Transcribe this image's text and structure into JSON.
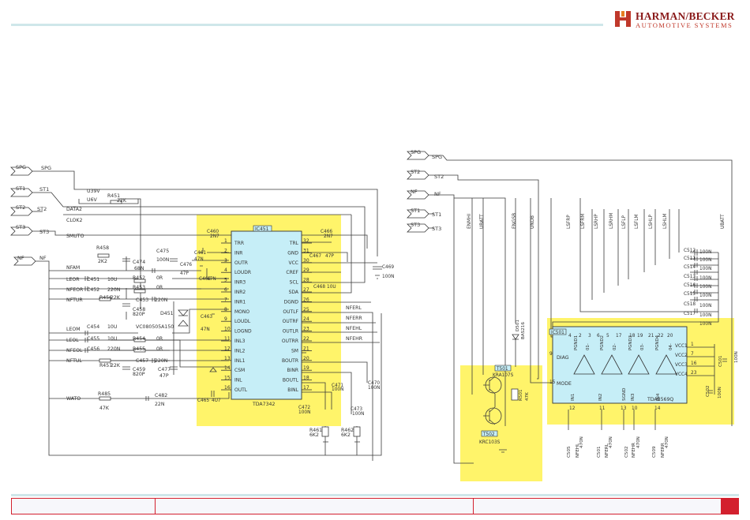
{
  "brand": {
    "name": "HARMAN/BECKER",
    "sub": "AUTOMOTIVE SYSTEMS",
    "color": "#8a1a1a"
  },
  "left": {
    "connectors": [
      "SPG",
      "ST1",
      "ST2",
      "ST3",
      "NF"
    ],
    "conn_labels": [
      "SPG",
      "ST1",
      "ST2",
      "ST3"
    ],
    "nets": [
      "U39V",
      "U6V",
      "DATA2",
      "CLOK2",
      "SMUTO",
      "NFAM",
      "LEOR",
      "NFEOR",
      "NFTUR",
      "LEOM",
      "LEOL",
      "NFEOL",
      "NFTUL",
      "WATO"
    ],
    "resistors": [
      {
        "ref": "R451",
        "val": "22K"
      },
      {
        "ref": "R458",
        "val": "2K2"
      },
      {
        "ref": "R452",
        "val": "0R"
      },
      {
        "ref": "R453",
        "val": "0R"
      },
      {
        "ref": "R456",
        "val": "22K"
      },
      {
        "ref": "R454",
        "val": "0R"
      },
      {
        "ref": "R455",
        "val": "0R"
      },
      {
        "ref": "R457",
        "val": "22K"
      },
      {
        "ref": "R485",
        "val": "47K"
      }
    ],
    "caps": [
      {
        "ref": "C475",
        "val": "100N"
      },
      {
        "ref": "C474",
        "val": "68N"
      },
      {
        "ref": "C451",
        "val": "10U"
      },
      {
        "ref": "C452",
        "val": "220N"
      },
      {
        "ref": "C458",
        "val": "820P"
      },
      {
        "ref": "C453",
        "val": "220N"
      },
      {
        "ref": "C454",
        "val": "10U"
      },
      {
        "ref": "C455",
        "val": "10U"
      },
      {
        "ref": "C456",
        "val": "220N"
      },
      {
        "ref": "C457",
        "val": "220N"
      },
      {
        "ref": "C459",
        "val": "820P"
      },
      {
        "ref": "C477",
        "val": "47P"
      },
      {
        "ref": "C482",
        "val": "22N"
      }
    ],
    "diode": {
      "ref": "D451",
      "val": "VC080505A150"
    },
    "ic": {
      "ref": "IC451",
      "part": "TDA7342",
      "pins_left": [
        {
          "n": "1",
          "name": "TRR"
        },
        {
          "n": "2",
          "name": "INR"
        },
        {
          "n": "3",
          "name": "OUTR"
        },
        {
          "n": "4",
          "name": "LOUDR"
        },
        {
          "n": "5",
          "name": "INR3"
        },
        {
          "n": "6",
          "name": "INR2"
        },
        {
          "n": "7",
          "name": "INR1"
        },
        {
          "n": "8",
          "name": "MONO"
        },
        {
          "n": "9",
          "name": "LOUDL"
        },
        {
          "n": "10",
          "name": "LOGND"
        },
        {
          "n": "11",
          "name": "INL3"
        },
        {
          "n": "12",
          "name": "INL2"
        },
        {
          "n": "13",
          "name": "INL1"
        },
        {
          "n": "14",
          "name": "CSM"
        },
        {
          "n": "15",
          "name": "INL"
        },
        {
          "n": "16",
          "name": "OUTL"
        }
      ],
      "pins_right": [
        {
          "n": "32",
          "name": "TRL"
        },
        {
          "n": "31",
          "name": "GND"
        },
        {
          "n": "30",
          "name": "VCC"
        },
        {
          "n": "29",
          "name": "CREF"
        },
        {
          "n": "28",
          "name": "SCL"
        },
        {
          "n": "27",
          "name": "SDA"
        },
        {
          "n": "26",
          "name": "DGND"
        },
        {
          "n": "25",
          "name": "OUTLF"
        },
        {
          "n": "24",
          "name": "OUTRF"
        },
        {
          "n": "23",
          "name": "OUTLR"
        },
        {
          "n": "22",
          "name": "OUTRR"
        },
        {
          "n": "21",
          "name": "SM"
        },
        {
          "n": "20",
          "name": "BOUTR"
        },
        {
          "n": "19",
          "name": "BINR"
        },
        {
          "n": "18",
          "name": "BOUTL"
        },
        {
          "n": "17",
          "name": "BINL"
        }
      ]
    },
    "ic_caps": [
      {
        "ref": "C460",
        "val": "2N7"
      },
      {
        "ref": "C461",
        "val": "47N"
      },
      {
        "ref": "C462",
        "val": "47N"
      },
      {
        "ref": "C463",
        "val": "47N"
      },
      {
        "ref": "C465",
        "val": "4U7"
      },
      {
        "ref": "C466",
        "val": "2N7"
      },
      {
        "ref": "C467",
        "val": "47P"
      },
      {
        "ref": "C468",
        "val": "10U"
      },
      {
        "ref": "C469",
        "val": "100N"
      },
      {
        "ref": "C471",
        "val": "100N"
      },
      {
        "ref": "C472",
        "val": "100N"
      },
      {
        "ref": "C473",
        "val": "100N"
      },
      {
        "ref": "C470",
        "val": "100N"
      },
      {
        "ref": "C476",
        "val": "47P"
      }
    ],
    "out_nets": [
      "NFERL",
      "NFERR",
      "NFEHL",
      "NFEHR"
    ],
    "pull_res": [
      {
        "ref": "R461",
        "val": "6K2"
      },
      {
        "ref": "R462",
        "val": "6K2"
      }
    ]
  },
  "right": {
    "connectors": [
      "SPG",
      "ST2",
      "NF",
      "ST1",
      "ST3"
    ],
    "conn_labels": [
      "SPG",
      "ST2",
      "NF",
      "ST1",
      "ST3"
    ],
    "vnets": [
      "ENMHI",
      "UBATT",
      "ENGSB",
      "UNDB",
      "LSFRP",
      "LSFRM",
      "LSRHP",
      "LSRHM",
      "LSFLP",
      "LSFLM",
      "LSHLP",
      "LSHLM",
      "UBATT"
    ],
    "caps": [
      "C512",
      "C511",
      "C514",
      "C513",
      "C516",
      "C515",
      "C518",
      "C517"
    ],
    "cap_val": "100N",
    "diode": {
      "ref": "D501",
      "val": "BAS216"
    },
    "t501": {
      "ref": "T501",
      "val": "KRA107S"
    },
    "t502": {
      "ref": "T502",
      "val": "KRC103S"
    },
    "r501": {
      "ref": "R501",
      "val": "47K"
    },
    "mode": "MODE",
    "ic": {
      "ref": "IC501",
      "part": "TDA8569Q",
      "diag": "DIAG",
      "top_pins": [
        "4",
        "2",
        "3",
        "6",
        "5",
        "17",
        "18",
        "19",
        "21",
        "22",
        "20"
      ],
      "top_labels": [
        "PGND1",
        "01-",
        "PGND2",
        "02-",
        "PGND3",
        "03-",
        "PGND4",
        "04-"
      ],
      "vcc": [
        "VCC1",
        "VCC2",
        "VCC3",
        "VCC4"
      ],
      "vcc_pins": [
        "1",
        "7",
        "16",
        "23"
      ],
      "in_labels": [
        "IN1",
        "IN2",
        "SGND",
        "IN3",
        "IN4"
      ],
      "in_pins": [
        "12",
        "11",
        "13",
        "10",
        "14"
      ]
    },
    "c501": {
      "ref": "C501",
      "val": "100N"
    },
    "c502": {
      "ref": "C502",
      "val": "100N"
    },
    "bottom_nets": [
      "C505",
      "NFEHL",
      "C501",
      "NFERL",
      "C502",
      "NFEHR",
      "C509",
      "NFERR"
    ],
    "bottom_vals": [
      "470N",
      "470N",
      "470N",
      "470N"
    ]
  },
  "colors": {
    "highlight": "#fff46a",
    "ic_fill": "#c6eef7",
    "wire": "#3a3a3a",
    "accent": "#d3202e"
  },
  "footer": {
    "cells": [
      "",
      "",
      ""
    ]
  }
}
